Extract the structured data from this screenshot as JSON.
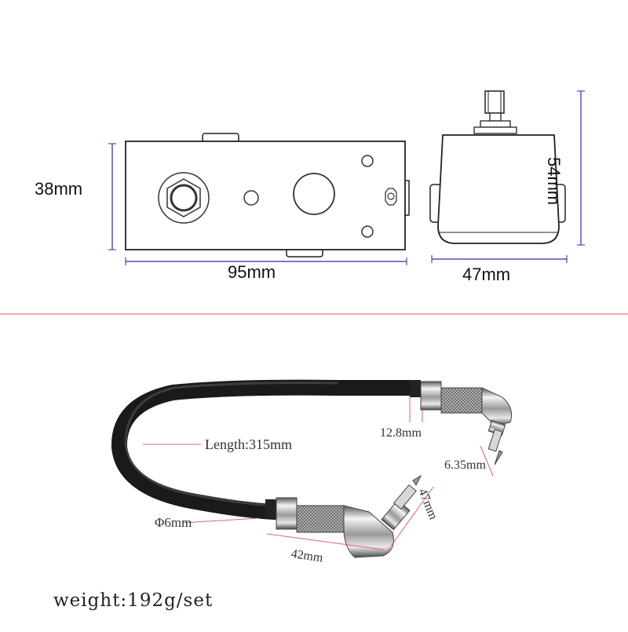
{
  "pedal_top": {
    "width_label": "95mm",
    "height_label": "38mm"
  },
  "pedal_side": {
    "width_label": "47mm",
    "height_label": "54mm"
  },
  "cable": {
    "length_label": "Length:315mm",
    "diameter_label": "Φ6mm",
    "plug_body_label": "12.8mm",
    "tip_label": "6.35mm",
    "plug_length_label": "42mm",
    "plug_height_label": "47mm"
  },
  "weight_label": "weight:192g/set",
  "colors": {
    "dimension_line": "#2a2ab0",
    "separator": "#e05050",
    "annotation": "#e0607a",
    "outline": "#222222"
  }
}
